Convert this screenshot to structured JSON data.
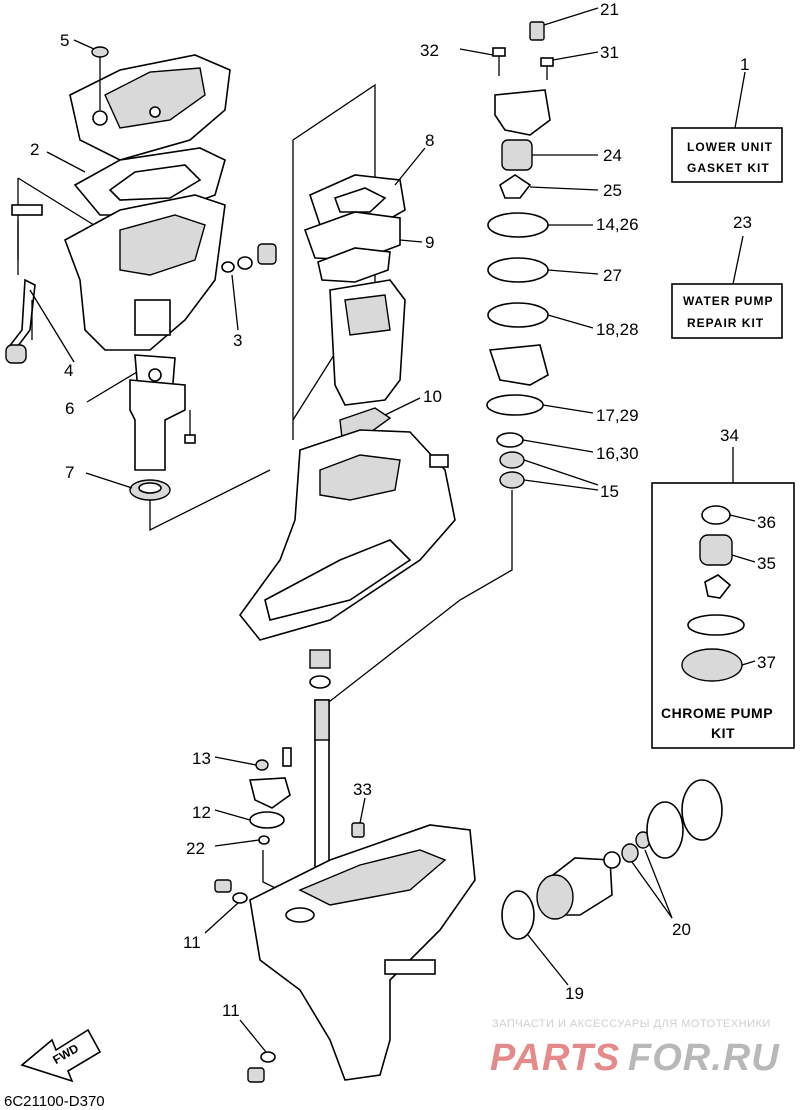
{
  "callouts": {
    "c1": "1",
    "c2": "2",
    "c3": "3",
    "c4": "4",
    "c5": "5",
    "c6": "6",
    "c7": "7",
    "c8": "8",
    "c9": "9",
    "c10": "10",
    "c11a": "11",
    "c11b": "11",
    "c12": "12",
    "c13": "13",
    "c14_26": "14,26",
    "c15": "15",
    "c16_30": "16,30",
    "c17_29": "17,29",
    "c18_28": "18,28",
    "c19": "19",
    "c20": "20",
    "c21": "21",
    "c22": "22",
    "c23": "23",
    "c24": "24",
    "c25": "25",
    "c27": "27",
    "c31": "31",
    "c32": "32",
    "c33": "33",
    "c34": "34",
    "c35": "35",
    "c36": "36",
    "c37": "37"
  },
  "kits": {
    "lower_unit_line1": "LOWER UNIT",
    "lower_unit_line2": "GASKET KIT",
    "water_pump_line1": "WATER PUMP",
    "water_pump_line2": "REPAIR KIT",
    "chrome_pump_line1": "CHROME PUMP",
    "chrome_pump_line2": "KIT"
  },
  "fwd_label": "FWD",
  "diagram_code": "6C21100-D370",
  "watermark": {
    "top_text": "ЗАПЧАСТИ И АКСЕССУАРЫ ДЛЯ МОТОТЕХНИКИ",
    "brand_part1": "PARTS",
    "brand_part2": "FOR.RU",
    "brand_color_1": "#e58a8a",
    "brand_color_2": "#b8b8b8"
  }
}
